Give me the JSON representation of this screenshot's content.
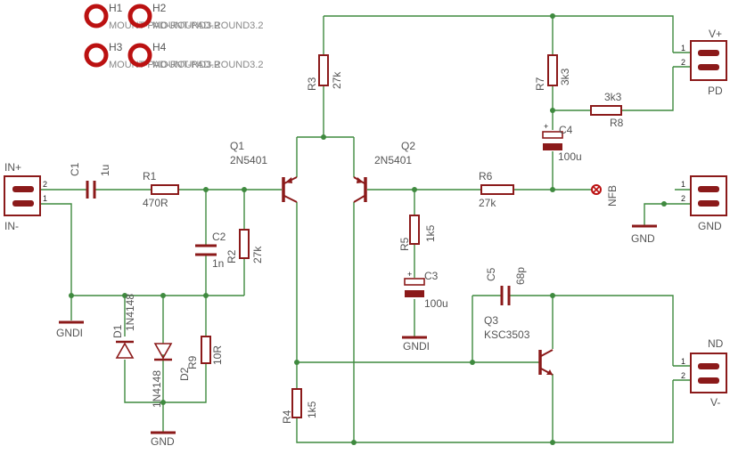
{
  "mounting_holes": [
    {
      "name": "H1",
      "value": "MOUNT-PAD-ROUND3.2"
    },
    {
      "name": "H2",
      "value": "MOUNT-PAD-ROUND3.2"
    },
    {
      "name": "H3",
      "value": "MOUNT-PAD-ROUND3.2"
    },
    {
      "name": "H4",
      "value": "MOUNT-PAD-ROUND3.2"
    }
  ],
  "connectors": {
    "input": {
      "top_label": "IN+",
      "bottom_label": "IN-",
      "pins": [
        "2",
        "1"
      ]
    },
    "power_positive": {
      "top_label": "V+",
      "bottom_label": "PD",
      "pins": [
        "1",
        "2"
      ]
    },
    "ground": {
      "label": "GND",
      "pins": [
        "1",
        "2"
      ]
    },
    "power_negative": {
      "top_label": "ND",
      "bottom_label": "V-",
      "pins": [
        "1",
        "2"
      ]
    }
  },
  "components": {
    "C1": {
      "name": "C1",
      "value": "1u"
    },
    "R1": {
      "name": "R1",
      "value": "470R"
    },
    "C2": {
      "name": "C2",
      "value": "1n"
    },
    "R2": {
      "name": "R2",
      "value": "27k"
    },
    "R3": {
      "name": "R3",
      "value": "27k"
    },
    "Q1": {
      "name": "Q1",
      "value": "2N5401"
    },
    "Q2": {
      "name": "Q2",
      "value": "2N5401"
    },
    "R6": {
      "name": "R6",
      "value": "27k"
    },
    "R5": {
      "name": "R5",
      "value": "1k5"
    },
    "C3": {
      "name": "C3",
      "value": "100u"
    },
    "R7": {
      "name": "R7",
      "value": "3k3"
    },
    "R8": {
      "name": "R8",
      "value": "3k3"
    },
    "C4": {
      "name": "C4",
      "value": "100u"
    },
    "C5": {
      "name": "C5",
      "value": "68p"
    },
    "Q3": {
      "name": "Q3",
      "value": "KSC3503"
    },
    "D1": {
      "name": "D1",
      "value": "1N4148"
    },
    "D2": {
      "name": "D2",
      "value": "1N4148"
    },
    "R9": {
      "name": "R9",
      "value": "10R"
    },
    "R4": {
      "name": "R4",
      "value": "1k5"
    }
  },
  "grounds": {
    "gndi_left": "GNDI",
    "gndi_mid": "GNDI",
    "gnd_bottom": "GND",
    "gnd_right": "GND"
  },
  "nfb_label": "NFB",
  "colors": {
    "wire": "#3f8a3f",
    "part": "#8b1a1a",
    "label": "#555555"
  }
}
